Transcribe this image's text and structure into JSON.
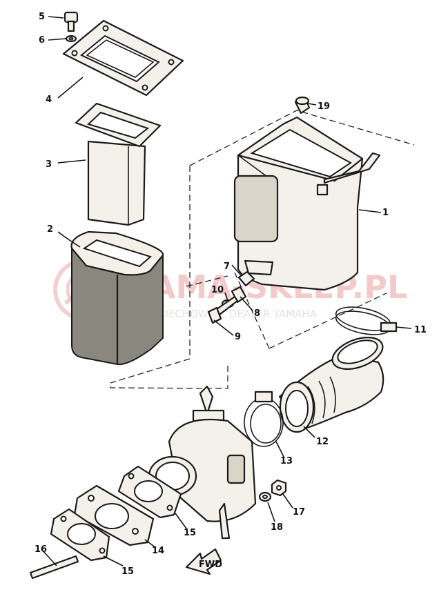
{
  "callouts": [
    "1",
    "2",
    "3",
    "4",
    "5",
    "6",
    "7",
    "8",
    "9",
    "10",
    "11",
    "12",
    "13",
    "14",
    "15",
    "15",
    "16",
    "17",
    "18",
    "19"
  ],
  "watermark": {
    "title": "YAMA-SKLEP.PL",
    "subtitle": "WOJCIECHOWICZ DEALER YAMAHA",
    "logo_color": "#e8a0a0"
  },
  "fwd_label": "FWD"
}
